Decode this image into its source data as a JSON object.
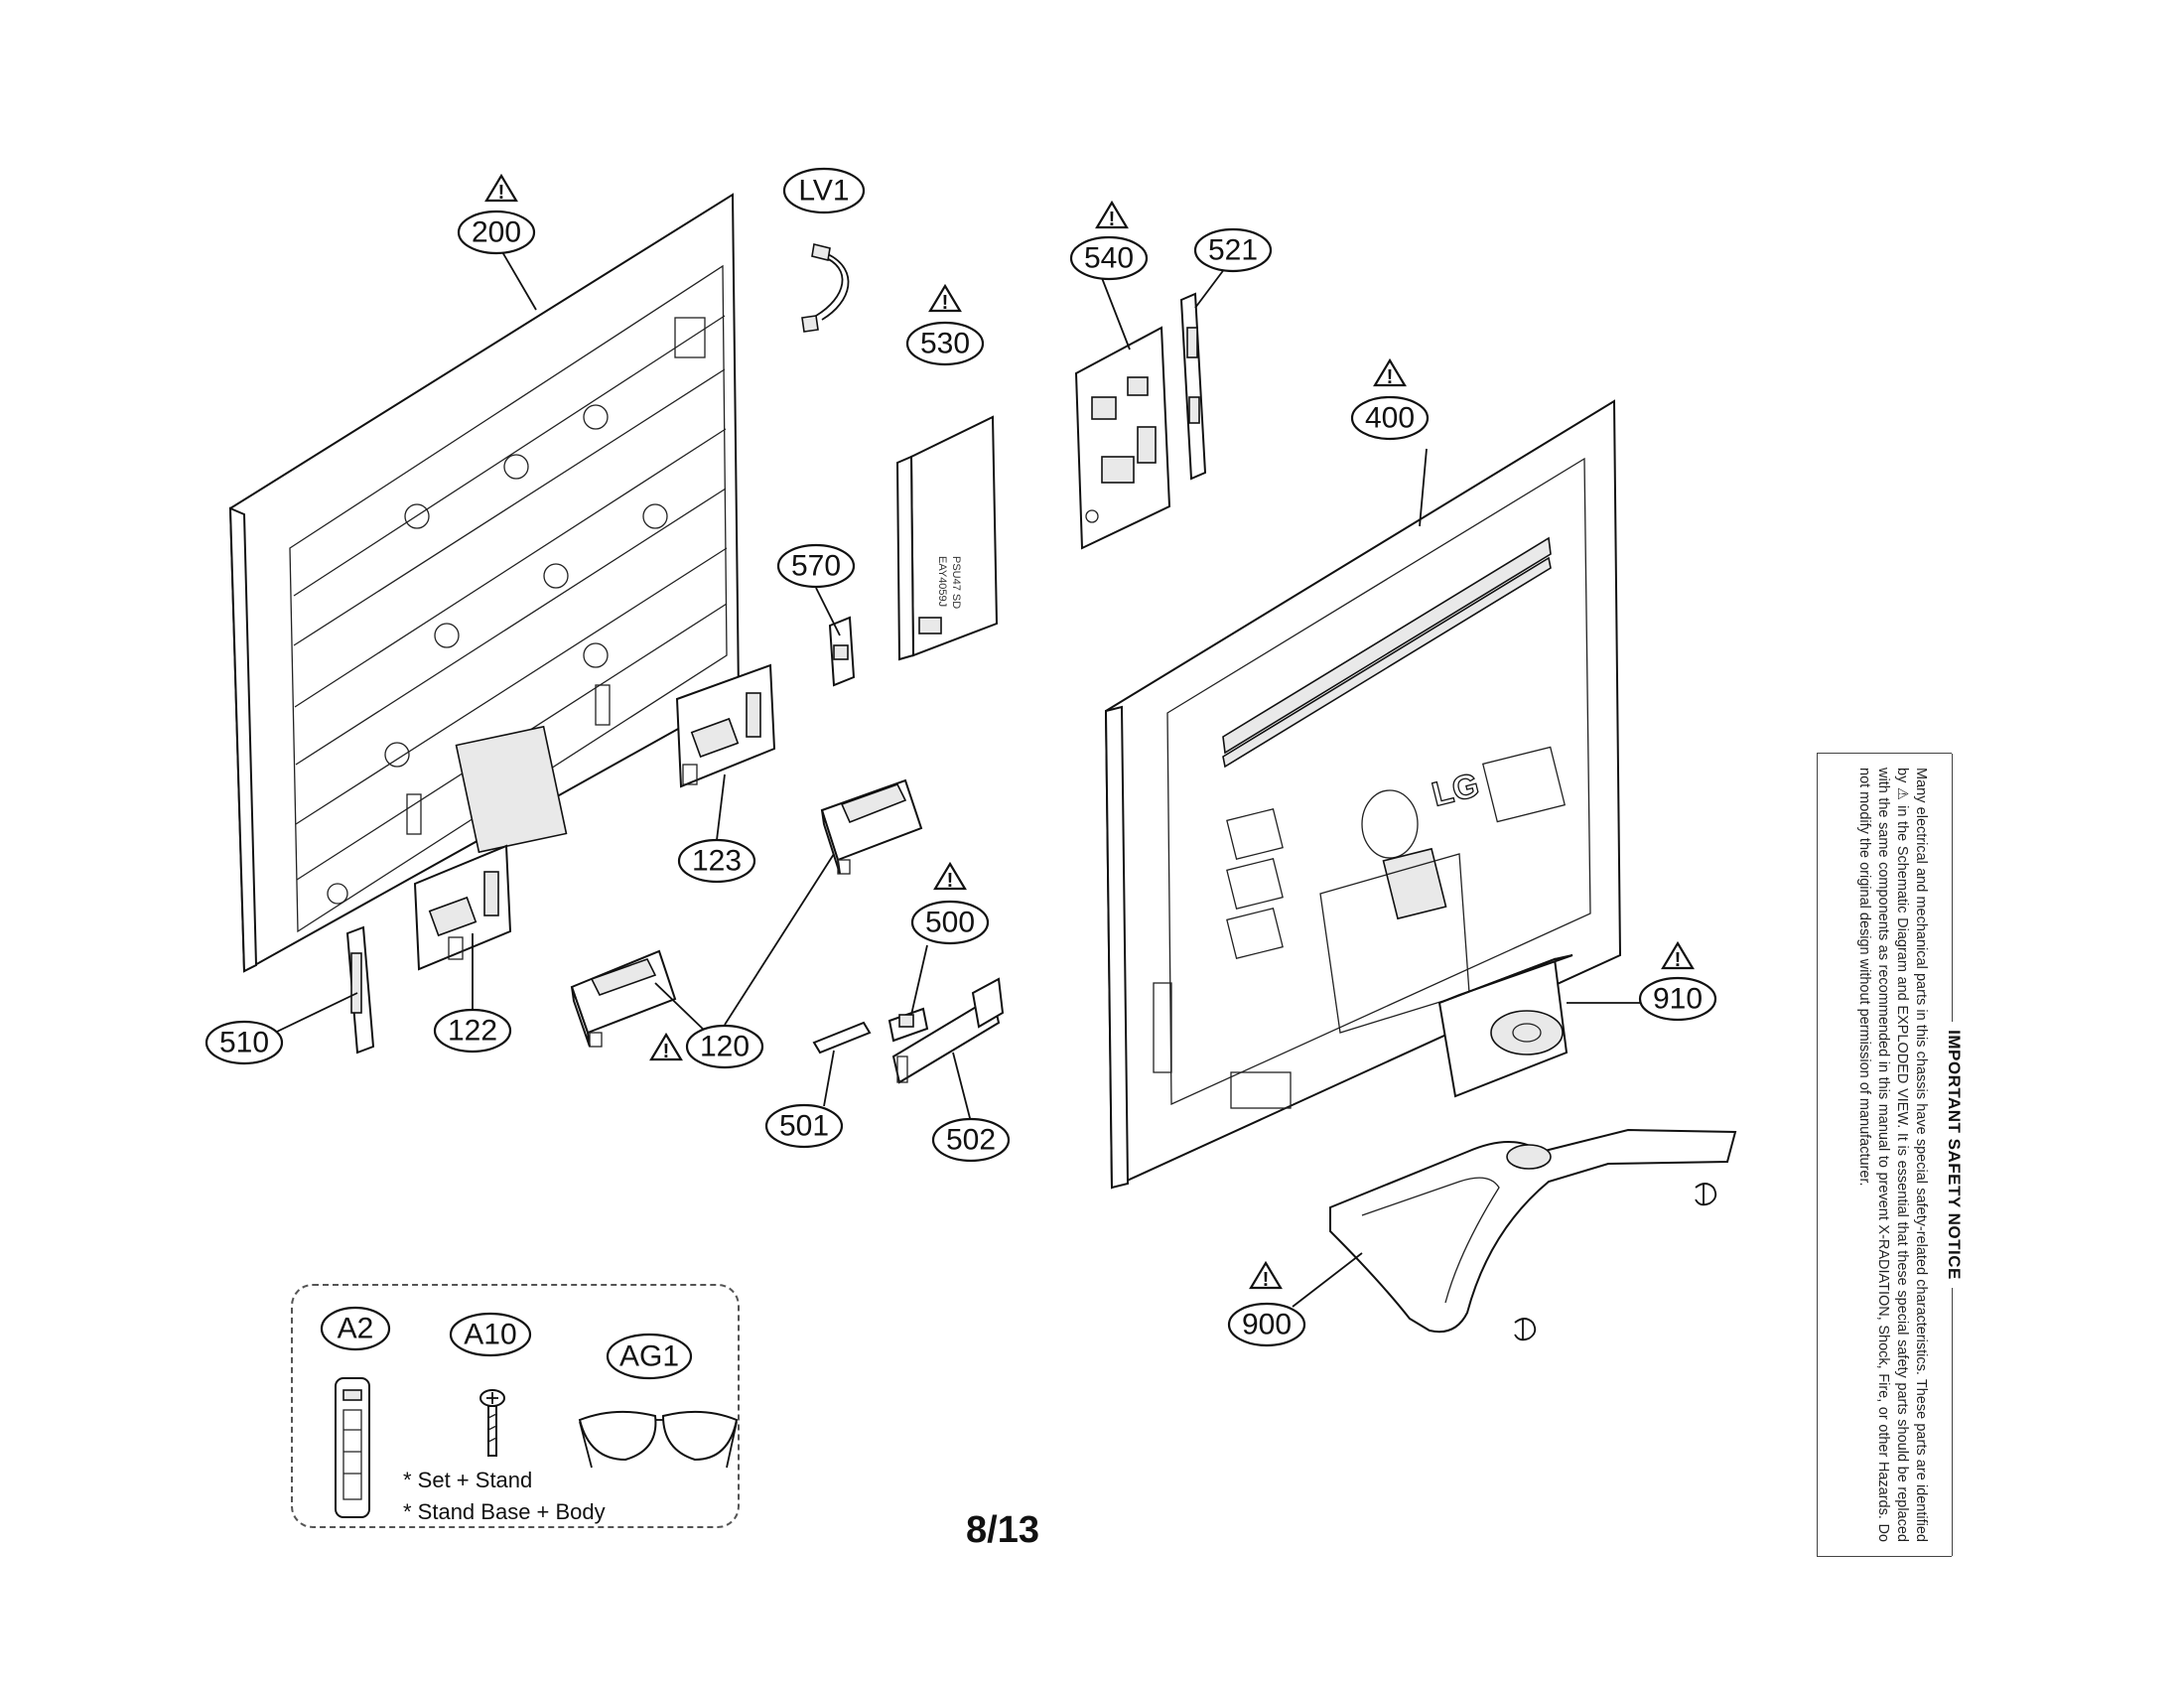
{
  "diagram": {
    "part_labels": {
      "p200": "200",
      "lv1": "LV1",
      "p530": "530",
      "p540": "540",
      "p521": "521",
      "p400": "400",
      "p570": "570",
      "p123": "123",
      "p510": "510",
      "p122": "122",
      "p120": "120",
      "p500": "500",
      "p501": "501",
      "p502": "502",
      "p910": "910",
      "p900": "900",
      "a2": "A2",
      "a10": "A10",
      "ag1": "AG1"
    },
    "safety_parts": [
      "200",
      "530",
      "540",
      "400",
      "500",
      "120",
      "910",
      "900"
    ],
    "warning_symbol": "!",
    "module_label": {
      "line1": "PSU47 SD",
      "line2": "EAY4059J"
    },
    "brand_logo": "LG",
    "accessory_notes": {
      "line1": "* Set + Stand",
      "line2": "* Stand Base + Body"
    },
    "page_number": "8/13"
  },
  "safety_notice": {
    "title": "IMPORTANT SAFETY NOTICE",
    "text": "Many electrical and mechanical parts in this chassis have special safety-related characteristics. These parts are identified by ⚠ in the Schematic Diagram and EXPLODED VIEW. It is essential that these special safety parts should be replaced with the same components as recommended in this manual to prevent X-RADIATION, Shock, Fire, or other Hazards. Do not modify the original design without permission of manufacturer."
  }
}
